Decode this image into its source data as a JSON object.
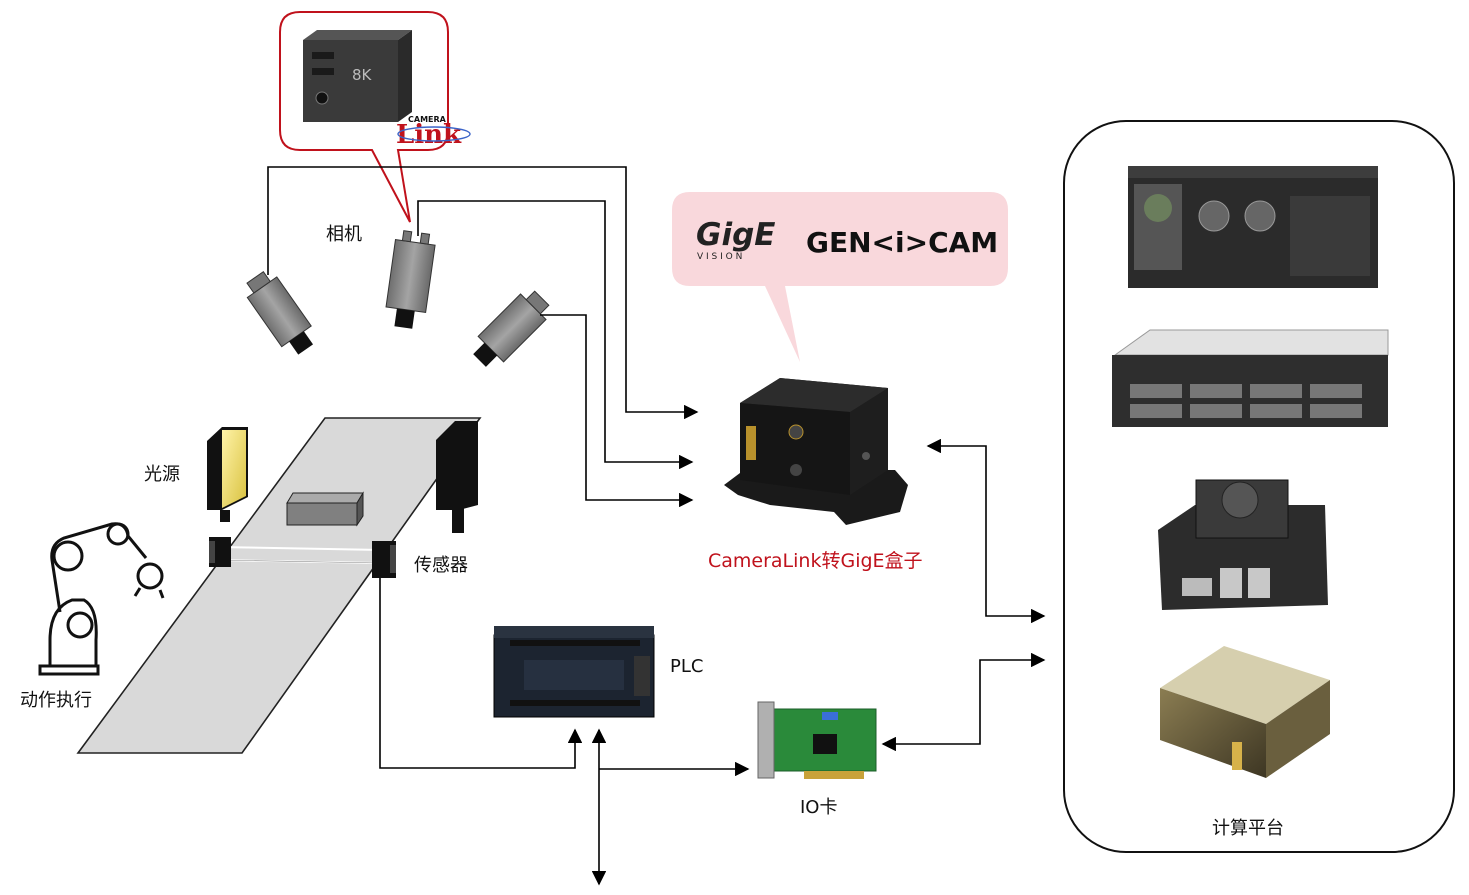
{
  "labels": {
    "camera": "相机",
    "light": "光源",
    "sensor": "传感器",
    "robot": "动作执行",
    "plc": "PLC",
    "io_card": "IO卡",
    "converter": "CameraLink转GigE盒子",
    "platform": "计算平台"
  },
  "logos": {
    "cameralink_top": "CAMERA",
    "cameralink_main": "Link",
    "gige": "GigE",
    "gige_sub": "V I S I O N",
    "genicam": "GEN<i>CAM"
  },
  "camera_model": "8K",
  "colors": {
    "accent_red": "#c0121c",
    "bubble_pink": "#f9d8dc",
    "belt_gray": "#d9d9d9",
    "camera_gray": "#8a8a8a",
    "light_yellow": "#f2e27a"
  }
}
